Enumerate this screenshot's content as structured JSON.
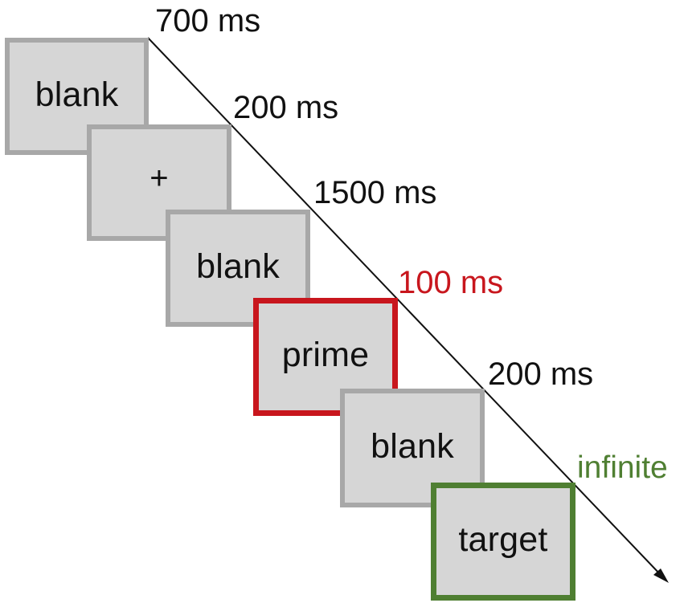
{
  "accent_colors": {
    "prime": "#c8161d",
    "target": "#4f7f32",
    "frame_border": "#a8a8a8",
    "frame_fill": "#d6d6d6"
  },
  "frames": [
    {
      "label": "blank"
    },
    {
      "label": "+"
    },
    {
      "label": "blank"
    },
    {
      "label": "prime"
    },
    {
      "label": "blank"
    },
    {
      "label": "target"
    }
  ],
  "durations": [
    {
      "text": "700 ms"
    },
    {
      "text": "200 ms"
    },
    {
      "text": "1500 ms"
    },
    {
      "text": "100 ms"
    },
    {
      "text": "200 ms"
    },
    {
      "text": "infinite"
    }
  ]
}
